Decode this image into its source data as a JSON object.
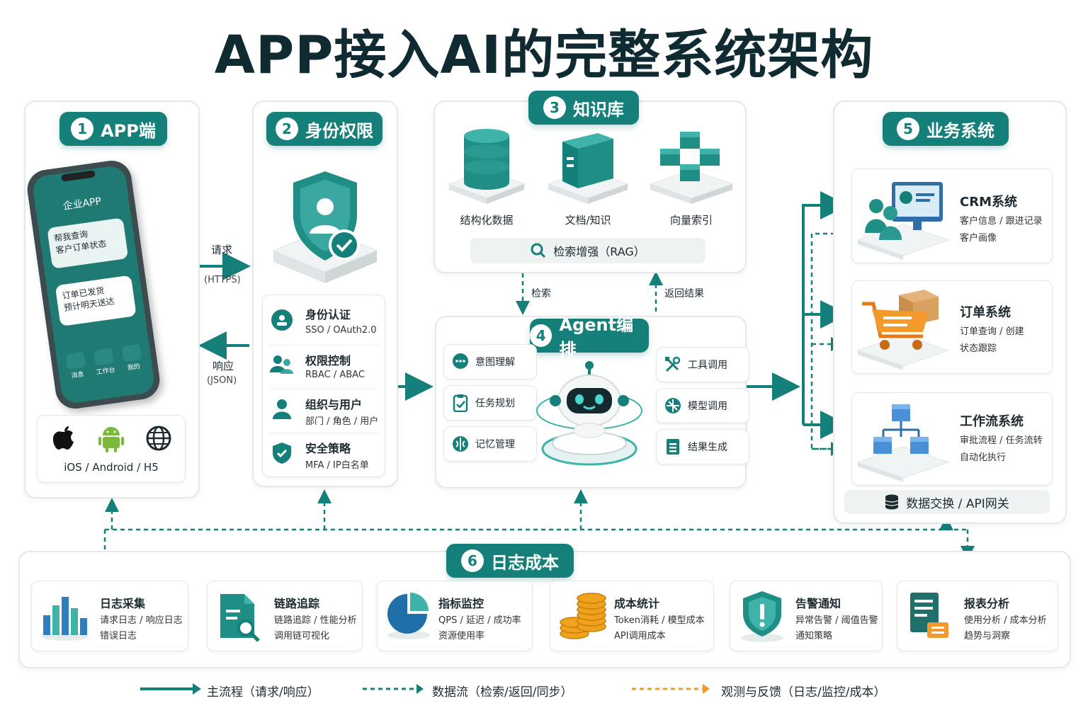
{
  "title": "APP接入AI的完整系统架构",
  "colors": {
    "teal": "#157f79",
    "orange": "#f39a2c",
    "dark": "#0f2a30"
  },
  "section1": {
    "num": "1",
    "label": "APP端",
    "phone": {
      "app_title": "企业APP",
      "bubble1": "帮我查询\n客户订单状态",
      "bubble2": "订单已发货\n预计明天送达",
      "nav": [
        "消息",
        "工作台",
        "我的"
      ]
    },
    "platforms": "iOS / Android / H5",
    "platform_icons": [
      "apple-icon",
      "android-icon",
      "globe-icon"
    ]
  },
  "arrows": {
    "request": "请求",
    "request_proto": "(HTTPS)",
    "response": "响应",
    "response_proto": "(JSON)",
    "retrieve": "检索",
    "return": "返回结果"
  },
  "section2": {
    "num": "2",
    "label": "身份权限",
    "items": [
      {
        "title": "身份认证",
        "sub": "SSO / OAuth2.0",
        "icon": "id-badge-icon"
      },
      {
        "title": "权限控制",
        "sub": "RBAC / ABAC",
        "icon": "users-icon"
      },
      {
        "title": "组织与用户",
        "sub": "部门 / 角色 / 用户",
        "icon": "user-icon"
      },
      {
        "title": "安全策略",
        "sub": "MFA / IP白名单",
        "icon": "shield-check-icon"
      }
    ]
  },
  "section3": {
    "num": "3",
    "label": "知识库",
    "items": [
      {
        "label": "结构化数据",
        "icon": "database-icon"
      },
      {
        "label": "文档/知识",
        "icon": "book-icon"
      },
      {
        "label": "向量索引",
        "icon": "cubes-icon"
      }
    ],
    "rag": "检索增强（RAG）"
  },
  "section4": {
    "num": "4",
    "label": "Agent编排",
    "left": [
      {
        "label": "意图理解",
        "icon": "chat-icon"
      },
      {
        "label": "任务规划",
        "icon": "clipboard-icon"
      },
      {
        "label": "记忆管理",
        "icon": "brain-icon"
      }
    ],
    "right": [
      {
        "label": "工具调用",
        "icon": "tools-icon"
      },
      {
        "label": "模型调用",
        "icon": "model-icon"
      },
      {
        "label": "结果生成",
        "icon": "document-icon"
      }
    ]
  },
  "section5": {
    "num": "5",
    "label": "业务系统",
    "systems": [
      {
        "title": "CRM系统",
        "line1": "客户信息 / 跟进记录",
        "line2": "客户画像",
        "icon": "crm-icon"
      },
      {
        "title": "订单系统",
        "line1": "订单查询 / 创建",
        "line2": "状态跟踪",
        "icon": "cart-icon"
      },
      {
        "title": "工作流系统",
        "line1": "审批流程 / 任务流转",
        "line2": "自动化执行",
        "icon": "workflow-icon"
      }
    ],
    "gateway": "数据交换 / API网关"
  },
  "section6": {
    "num": "6",
    "label": "日志成本",
    "items": [
      {
        "title": "日志采集",
        "line1": "请求日志 / 响应日志",
        "line2": "错误日志",
        "icon": "bar-chart-icon"
      },
      {
        "title": "链路追踪",
        "line1": "链路追踪 / 性能分析",
        "line2": "调用链可视化",
        "icon": "trace-icon"
      },
      {
        "title": "指标监控",
        "line1": "QPS / 延迟 / 成功率",
        "line2": "资源使用率",
        "icon": "pie-icon"
      },
      {
        "title": "成本统计",
        "line1": "Token消耗 / 模型成本",
        "line2": "API调用成本",
        "icon": "coins-icon"
      },
      {
        "title": "告警通知",
        "line1": "异常告警 / 阈值告警",
        "line2": "通知策略",
        "icon": "alert-shield-icon"
      },
      {
        "title": "报表分析",
        "line1": "使用分析 / 成本分析",
        "line2": "趋势与洞察",
        "icon": "report-icon"
      }
    ]
  },
  "legend": [
    {
      "label": "主流程（请求/响应）",
      "style": "solid",
      "color": "#157f79"
    },
    {
      "label": "数据流（检索/返回/同步）",
      "style": "dashed",
      "color": "#157f79"
    },
    {
      "label": "观测与反馈（日志/监控/成本）",
      "style": "dashed",
      "color": "#f39a2c"
    }
  ]
}
